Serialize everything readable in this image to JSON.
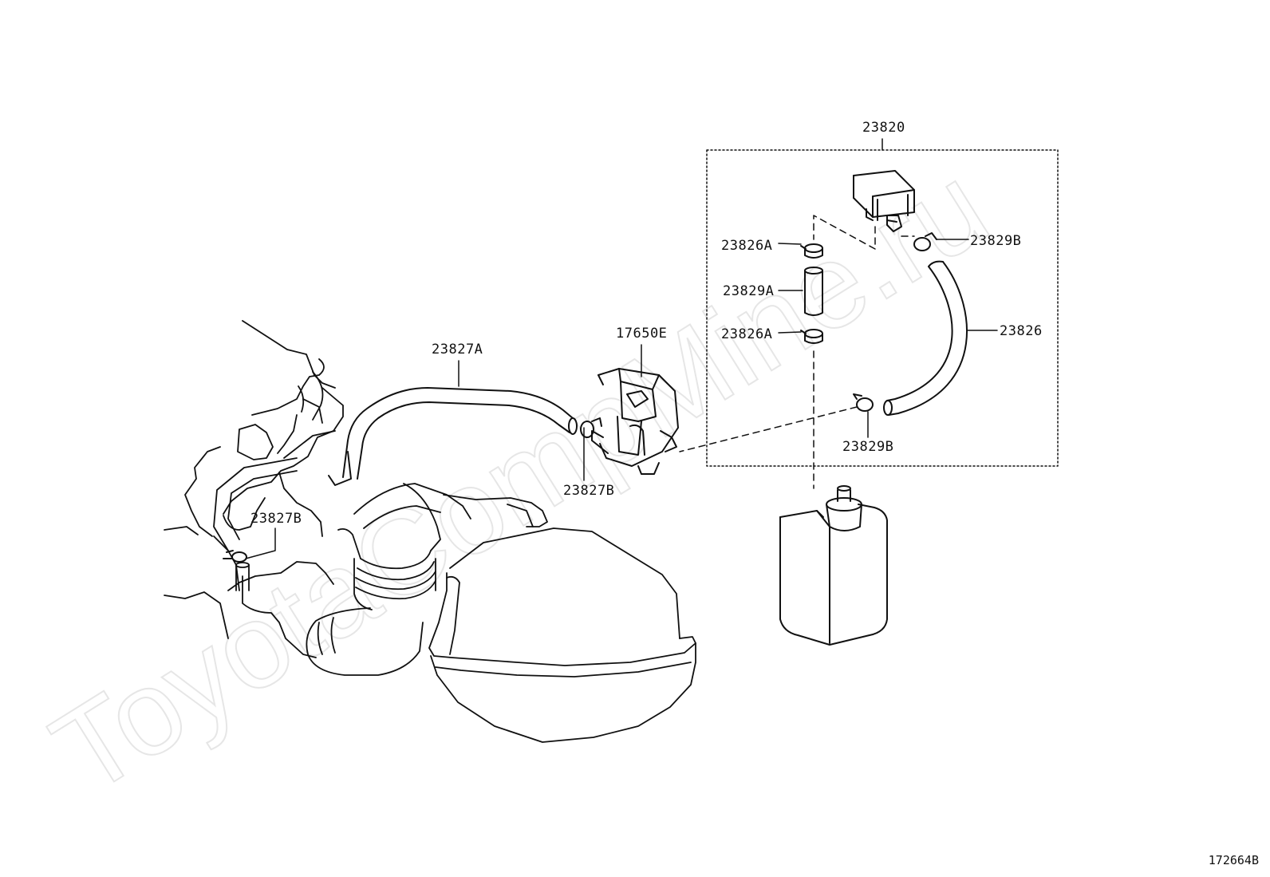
{
  "watermark": "ToyotaCompMine.ru",
  "figure_id": "172664B",
  "callouts": {
    "c23820": "23820",
    "c23829B_top": "23829B",
    "c23826A_top": "23826A",
    "c23829A": "23829A",
    "c23826": "23826",
    "c23826A_bottom": "23826A",
    "c17650E": "17650E",
    "c23827A": "23827A",
    "c23829B_bottom": "23829B",
    "c23827B_right": "23827B",
    "c23827B_left": "23827B"
  }
}
